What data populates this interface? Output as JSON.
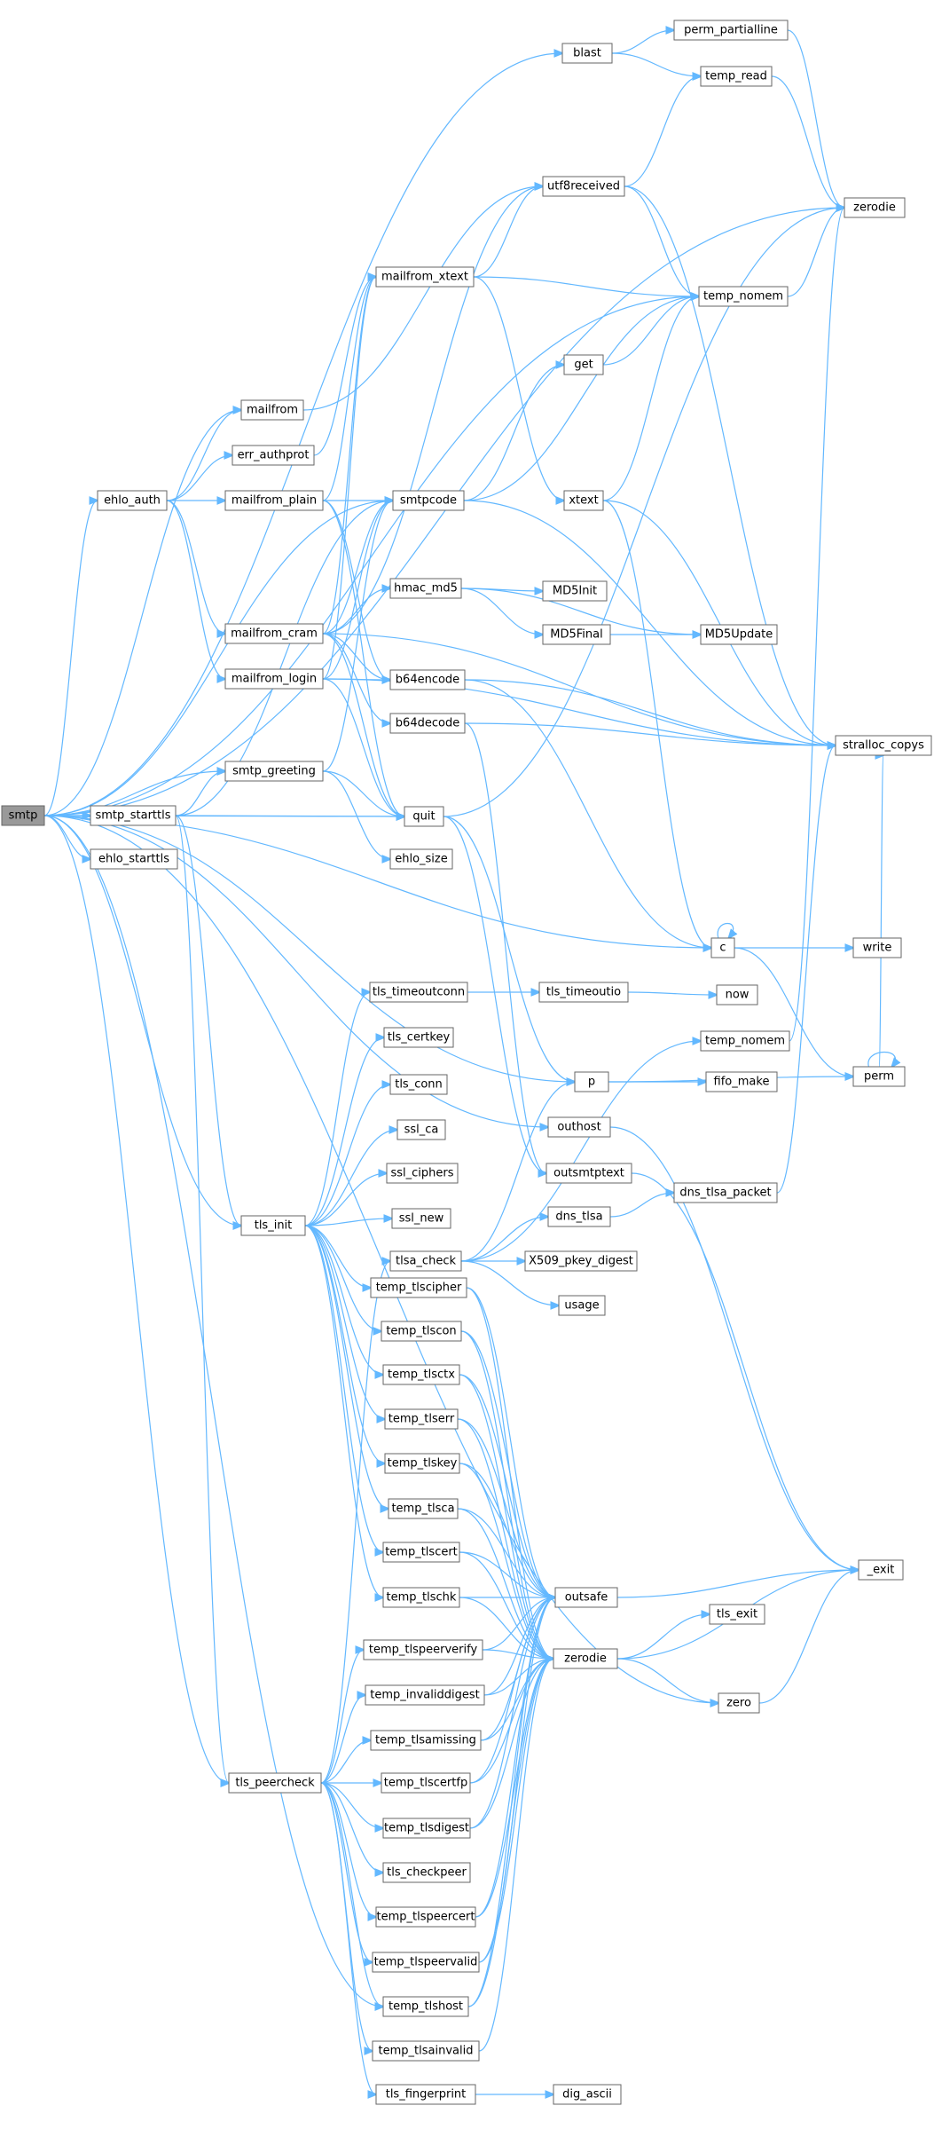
{
  "graph": {
    "edge_color": "#63b8ff",
    "node_border_color": "#666666",
    "root_fill": "#999999",
    "nodes": [
      {
        "id": "smtp",
        "label": "smtp",
        "root": true
      },
      {
        "id": "blast",
        "label": "blast"
      },
      {
        "id": "perm_partialline",
        "label": "perm_partialline"
      },
      {
        "id": "temp_read",
        "label": "temp_read"
      },
      {
        "id": "zerodie_top",
        "label": "zerodie"
      },
      {
        "id": "utf8received",
        "label": "utf8received"
      },
      {
        "id": "mailfrom_xtext",
        "label": "mailfrom_xtext"
      },
      {
        "id": "temp_nomem_top",
        "label": "temp_nomem"
      },
      {
        "id": "get",
        "label": "get"
      },
      {
        "id": "mailfrom",
        "label": "mailfrom"
      },
      {
        "id": "err_authprot",
        "label": "err_authprot"
      },
      {
        "id": "ehlo_auth",
        "label": "ehlo_auth"
      },
      {
        "id": "mailfrom_plain",
        "label": "mailfrom_plain"
      },
      {
        "id": "smtpcode",
        "label": "smtpcode"
      },
      {
        "id": "xtext",
        "label": "xtext"
      },
      {
        "id": "hmac_md5",
        "label": "hmac_md5"
      },
      {
        "id": "MD5Init",
        "label": "MD5Init"
      },
      {
        "id": "MD5Final",
        "label": "MD5Final"
      },
      {
        "id": "MD5Update",
        "label": "MD5Update"
      },
      {
        "id": "mailfrom_cram",
        "label": "mailfrom_cram"
      },
      {
        "id": "mailfrom_login",
        "label": "mailfrom_login"
      },
      {
        "id": "b64encode",
        "label": "b64encode"
      },
      {
        "id": "b64decode",
        "label": "b64decode"
      },
      {
        "id": "stralloc_copys",
        "label": "stralloc_copys"
      },
      {
        "id": "smtp_greeting",
        "label": "smtp_greeting"
      },
      {
        "id": "smtp_starttls",
        "label": "smtp_starttls"
      },
      {
        "id": "quit",
        "label": "quit"
      },
      {
        "id": "ehlo_starttls",
        "label": "ehlo_starttls"
      },
      {
        "id": "ehlo_size",
        "label": "ehlo_size"
      },
      {
        "id": "c",
        "label": "c"
      },
      {
        "id": "write",
        "label": "write"
      },
      {
        "id": "tls_timeoutconn",
        "label": "tls_timeoutconn"
      },
      {
        "id": "tls_timeoutio",
        "label": "tls_timeoutio"
      },
      {
        "id": "now",
        "label": "now"
      },
      {
        "id": "tls_certkey",
        "label": "tls_certkey"
      },
      {
        "id": "temp_nomem_mid",
        "label": "temp_nomem"
      },
      {
        "id": "perm",
        "label": "perm"
      },
      {
        "id": "tls_conn",
        "label": "tls_conn"
      },
      {
        "id": "p",
        "label": "p"
      },
      {
        "id": "fifo_make",
        "label": "fifo_make"
      },
      {
        "id": "outhost",
        "label": "outhost"
      },
      {
        "id": "ssl_ca",
        "label": "ssl_ca"
      },
      {
        "id": "ssl_ciphers",
        "label": "ssl_ciphers"
      },
      {
        "id": "outsmtptext",
        "label": "outsmtptext"
      },
      {
        "id": "dns_tlsa_packet",
        "label": "dns_tlsa_packet"
      },
      {
        "id": "ssl_new",
        "label": "ssl_new"
      },
      {
        "id": "dns_tlsa",
        "label": "dns_tlsa"
      },
      {
        "id": "tls_init",
        "label": "tls_init"
      },
      {
        "id": "tlsa_check",
        "label": "tlsa_check"
      },
      {
        "id": "X509_pkey_digest",
        "label": "X509_pkey_digest"
      },
      {
        "id": "temp_tlscipher",
        "label": "temp_tlscipher"
      },
      {
        "id": "usage",
        "label": "usage"
      },
      {
        "id": "temp_tlscon",
        "label": "temp_tlscon"
      },
      {
        "id": "temp_tlsctx",
        "label": "temp_tlsctx"
      },
      {
        "id": "temp_tlserr",
        "label": "temp_tlserr"
      },
      {
        "id": "temp_tlskey",
        "label": "temp_tlskey"
      },
      {
        "id": "temp_tlsca",
        "label": "temp_tlsca"
      },
      {
        "id": "_exit",
        "label": "_exit"
      },
      {
        "id": "temp_tlscert",
        "label": "temp_tlscert"
      },
      {
        "id": "temp_tlschk",
        "label": "temp_tlschk"
      },
      {
        "id": "outsafe",
        "label": "outsafe"
      },
      {
        "id": "tls_exit",
        "label": "tls_exit"
      },
      {
        "id": "temp_tlspeerverify",
        "label": "temp_tlspeerverify"
      },
      {
        "id": "zerodie_bot",
        "label": "zerodie"
      },
      {
        "id": "temp_invaliddigest",
        "label": "temp_invaliddigest"
      },
      {
        "id": "zero",
        "label": "zero"
      },
      {
        "id": "temp_tlsamissing",
        "label": "temp_tlsamissing"
      },
      {
        "id": "tls_peercheck",
        "label": "tls_peercheck"
      },
      {
        "id": "temp_tlscertfp",
        "label": "temp_tlscertfp"
      },
      {
        "id": "temp_tlsdigest",
        "label": "temp_tlsdigest"
      },
      {
        "id": "tls_checkpeer",
        "label": "tls_checkpeer"
      },
      {
        "id": "temp_tlspeercert",
        "label": "temp_tlspeercert"
      },
      {
        "id": "temp_tlspeervalid",
        "label": "temp_tlspeervalid"
      },
      {
        "id": "temp_tlshost",
        "label": "temp_tlshost"
      },
      {
        "id": "temp_tlsainvalid",
        "label": "temp_tlsainvalid"
      },
      {
        "id": "tls_fingerprint",
        "label": "tls_fingerprint"
      },
      {
        "id": "dig_ascii",
        "label": "dig_ascii"
      }
    ],
    "edges": [
      [
        "smtp",
        "blast"
      ],
      [
        "smtp",
        "zerodie_top"
      ],
      [
        "smtp",
        "temp_nomem_top"
      ],
      [
        "smtp",
        "mailfrom"
      ],
      [
        "smtp",
        "ehlo_auth"
      ],
      [
        "smtp",
        "smtpcode"
      ],
      [
        "smtp",
        "smtp_greeting"
      ],
      [
        "smtp",
        "smtp_starttls"
      ],
      [
        "smtp",
        "quit"
      ],
      [
        "smtp",
        "ehlo_starttls"
      ],
      [
        "smtp",
        "c"
      ],
      [
        "smtp",
        "p"
      ],
      [
        "smtp",
        "outhost"
      ],
      [
        "smtp",
        "tls_init"
      ],
      [
        "smtp",
        "tls_peercheck"
      ],
      [
        "smtp",
        "temp_tlshost"
      ],
      [
        "smtp",
        "zero"
      ],
      [
        "blast",
        "perm_partialline"
      ],
      [
        "blast",
        "temp_read"
      ],
      [
        "perm_partialline",
        "zerodie_top"
      ],
      [
        "temp_read",
        "zerodie_top"
      ],
      [
        "utf8received",
        "temp_read"
      ],
      [
        "utf8received",
        "temp_nomem_top"
      ],
      [
        "utf8received",
        "stralloc_copys"
      ],
      [
        "mailfrom_xtext",
        "utf8received"
      ],
      [
        "mailfrom_xtext",
        "temp_nomem_top"
      ],
      [
        "mailfrom_xtext",
        "xtext"
      ],
      [
        "temp_nomem_top",
        "zerodie_top"
      ],
      [
        "get",
        "temp_nomem_top"
      ],
      [
        "mailfrom",
        "utf8received"
      ],
      [
        "ehlo_auth",
        "mailfrom"
      ],
      [
        "ehlo_auth",
        "err_authprot"
      ],
      [
        "ehlo_auth",
        "mailfrom_plain"
      ],
      [
        "ehlo_auth",
        "mailfrom_cram"
      ],
      [
        "ehlo_auth",
        "mailfrom_login"
      ],
      [
        "err_authprot",
        "mailfrom_xtext"
      ],
      [
        "mailfrom_plain",
        "mailfrom_xtext"
      ],
      [
        "mailfrom_plain",
        "smtpcode"
      ],
      [
        "mailfrom_plain",
        "b64encode"
      ],
      [
        "mailfrom_plain",
        "quit"
      ],
      [
        "smtpcode",
        "get"
      ],
      [
        "smtpcode",
        "temp_nomem_top"
      ],
      [
        "smtpcode",
        "stralloc_copys"
      ],
      [
        "xtext",
        "temp_nomem_top"
      ],
      [
        "xtext",
        "stralloc_copys"
      ],
      [
        "xtext",
        "c"
      ],
      [
        "hmac_md5",
        "MD5Init"
      ],
      [
        "hmac_md5",
        "MD5Final"
      ],
      [
        "hmac_md5",
        "MD5Update"
      ],
      [
        "MD5Final",
        "MD5Update"
      ],
      [
        "mailfrom_cram",
        "mailfrom_xtext"
      ],
      [
        "mailfrom_cram",
        "utf8received"
      ],
      [
        "mailfrom_cram",
        "smtpcode"
      ],
      [
        "mailfrom_cram",
        "hmac_md5"
      ],
      [
        "mailfrom_cram",
        "b64encode"
      ],
      [
        "mailfrom_cram",
        "b64decode"
      ],
      [
        "mailfrom_cram",
        "quit"
      ],
      [
        "mailfrom_cram",
        "stralloc_copys"
      ],
      [
        "mailfrom_login",
        "mailfrom_xtext"
      ],
      [
        "mailfrom_login",
        "smtpcode"
      ],
      [
        "mailfrom_login",
        "b64encode"
      ],
      [
        "mailfrom_login",
        "quit"
      ],
      [
        "mailfrom_login",
        "stralloc_copys"
      ],
      [
        "b64encode",
        "stralloc_copys"
      ],
      [
        "b64encode",
        "c"
      ],
      [
        "b64decode",
        "stralloc_copys"
      ],
      [
        "b64decode",
        "outsmtptext"
      ],
      [
        "smtp_greeting",
        "smtpcode"
      ],
      [
        "smtp_greeting",
        "quit"
      ],
      [
        "smtp_greeting",
        "ehlo_size"
      ],
      [
        "smtp_starttls",
        "smtpcode"
      ],
      [
        "smtp_starttls",
        "smtp_greeting"
      ],
      [
        "smtp_starttls",
        "quit"
      ],
      [
        "smtp_starttls",
        "tls_init"
      ],
      [
        "smtp_starttls",
        "tls_peercheck"
      ],
      [
        "quit",
        "zerodie_top"
      ],
      [
        "quit",
        "outsmtptext"
      ],
      [
        "quit",
        "p"
      ],
      [
        "c",
        "c"
      ],
      [
        "c",
        "write"
      ],
      [
        "c",
        "perm"
      ],
      [
        "tls_timeoutconn",
        "tls_timeoutio"
      ],
      [
        "tls_timeoutio",
        "now"
      ],
      [
        "temp_nomem_mid",
        "zerodie_top"
      ],
      [
        "perm",
        "perm"
      ],
      [
        "perm",
        "stralloc_copys"
      ],
      [
        "p",
        "fifo_make"
      ],
      [
        "p",
        "perm"
      ],
      [
        "outhost",
        "_exit"
      ],
      [
        "outsmtptext",
        "_exit"
      ],
      [
        "dns_tlsa",
        "dns_tlsa_packet"
      ],
      [
        "dns_tlsa_packet",
        "stralloc_copys"
      ],
      [
        "tls_init",
        "tls_timeoutconn"
      ],
      [
        "tls_init",
        "tls_certkey"
      ],
      [
        "tls_init",
        "tls_conn"
      ],
      [
        "tls_init",
        "ssl_ca"
      ],
      [
        "tls_init",
        "ssl_ciphers"
      ],
      [
        "tls_init",
        "ssl_new"
      ],
      [
        "tls_init",
        "temp_tlscipher"
      ],
      [
        "tls_init",
        "temp_tlscon"
      ],
      [
        "tls_init",
        "temp_tlsctx"
      ],
      [
        "tls_init",
        "temp_tlserr"
      ],
      [
        "tls_init",
        "temp_tlskey"
      ],
      [
        "tls_init",
        "temp_tlsca"
      ],
      [
        "tls_init",
        "temp_tlscert"
      ],
      [
        "tls_init",
        "temp_tlschk"
      ],
      [
        "tlsa_check",
        "dns_tlsa"
      ],
      [
        "tlsa_check",
        "X509_pkey_digest"
      ],
      [
        "tlsa_check",
        "usage"
      ],
      [
        "tlsa_check",
        "p"
      ],
      [
        "tlsa_check",
        "temp_nomem_mid"
      ],
      [
        "temp_tlscipher",
        "outsafe"
      ],
      [
        "temp_tlscipher",
        "zerodie_bot"
      ],
      [
        "temp_tlscon",
        "outsafe"
      ],
      [
        "temp_tlscon",
        "zerodie_bot"
      ],
      [
        "temp_tlsctx",
        "outsafe"
      ],
      [
        "temp_tlsctx",
        "zerodie_bot"
      ],
      [
        "temp_tlserr",
        "outsafe"
      ],
      [
        "temp_tlserr",
        "zerodie_bot"
      ],
      [
        "temp_tlskey",
        "outsafe"
      ],
      [
        "temp_tlskey",
        "zerodie_bot"
      ],
      [
        "temp_tlsca",
        "outsafe"
      ],
      [
        "temp_tlsca",
        "zerodie_bot"
      ],
      [
        "temp_tlscert",
        "outsafe"
      ],
      [
        "temp_tlscert",
        "zerodie_bot"
      ],
      [
        "temp_tlschk",
        "outsafe"
      ],
      [
        "temp_tlschk",
        "zerodie_bot"
      ],
      [
        "outsafe",
        "_exit"
      ],
      [
        "zerodie_bot",
        "tls_exit"
      ],
      [
        "zerodie_bot",
        "_exit"
      ],
      [
        "zerodie_bot",
        "zero"
      ],
      [
        "zero",
        "_exit"
      ],
      [
        "temp_tlspeerverify",
        "outsafe"
      ],
      [
        "temp_tlspeerverify",
        "zerodie_bot"
      ],
      [
        "temp_invaliddigest",
        "outsafe"
      ],
      [
        "temp_invaliddigest",
        "zerodie_bot"
      ],
      [
        "temp_tlsamissing",
        "outsafe"
      ],
      [
        "temp_tlsamissing",
        "zerodie_bot"
      ],
      [
        "temp_tlscertfp",
        "outsafe"
      ],
      [
        "temp_tlscertfp",
        "zerodie_bot"
      ],
      [
        "temp_tlsdigest",
        "outsafe"
      ],
      [
        "temp_tlsdigest",
        "zerodie_bot"
      ],
      [
        "temp_tlspeercert",
        "outsafe"
      ],
      [
        "temp_tlspeercert",
        "zerodie_bot"
      ],
      [
        "temp_tlspeervalid",
        "outsafe"
      ],
      [
        "temp_tlspeervalid",
        "zerodie_bot"
      ],
      [
        "temp_tlshost",
        "outsafe"
      ],
      [
        "temp_tlshost",
        "zerodie_bot"
      ],
      [
        "temp_tlsainvalid",
        "zerodie_bot"
      ],
      [
        "tls_peercheck",
        "tlsa_check"
      ],
      [
        "tls_peercheck",
        "temp_tlspeerverify"
      ],
      [
        "tls_peercheck",
        "temp_invaliddigest"
      ],
      [
        "tls_peercheck",
        "temp_tlsamissing"
      ],
      [
        "tls_peercheck",
        "temp_tlscertfp"
      ],
      [
        "tls_peercheck",
        "temp_tlsdigest"
      ],
      [
        "tls_peercheck",
        "tls_checkpeer"
      ],
      [
        "tls_peercheck",
        "temp_tlspeercert"
      ],
      [
        "tls_peercheck",
        "temp_tlspeervalid"
      ],
      [
        "tls_peercheck",
        "temp_tlshost"
      ],
      [
        "tls_peercheck",
        "temp_tlsainvalid"
      ],
      [
        "tls_peercheck",
        "tls_fingerprint"
      ],
      [
        "tls_fingerprint",
        "dig_ascii"
      ]
    ]
  }
}
